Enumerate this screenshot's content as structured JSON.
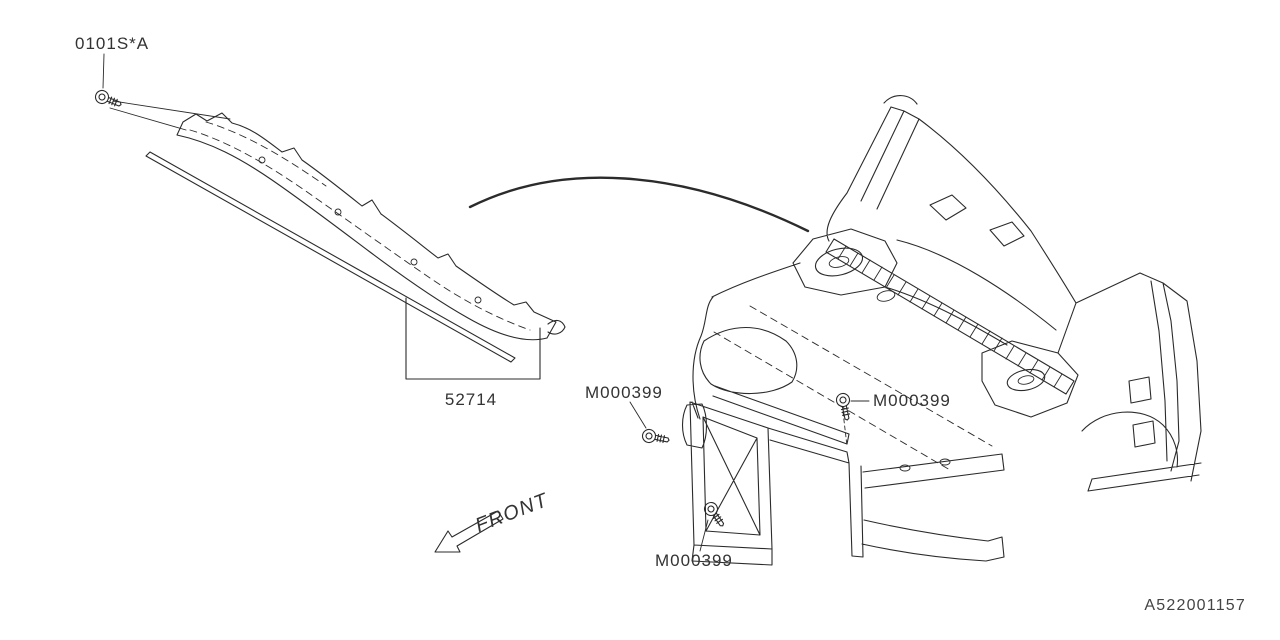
{
  "labels": {
    "fastener_code": "0101S*A",
    "panel_number": "52714",
    "bolt_left": "M000399",
    "bolt_right": "M000399",
    "bolt_bottom": "M000399",
    "front": "FRONT",
    "diagram_number": "A522001157"
  },
  "icons": {
    "bolt": "bolt-icon",
    "front_arrow": "front-arrow-icon"
  },
  "colors": {
    "line": "#2b2b2b",
    "text": "#333333",
    "background": "#ffffff"
  }
}
